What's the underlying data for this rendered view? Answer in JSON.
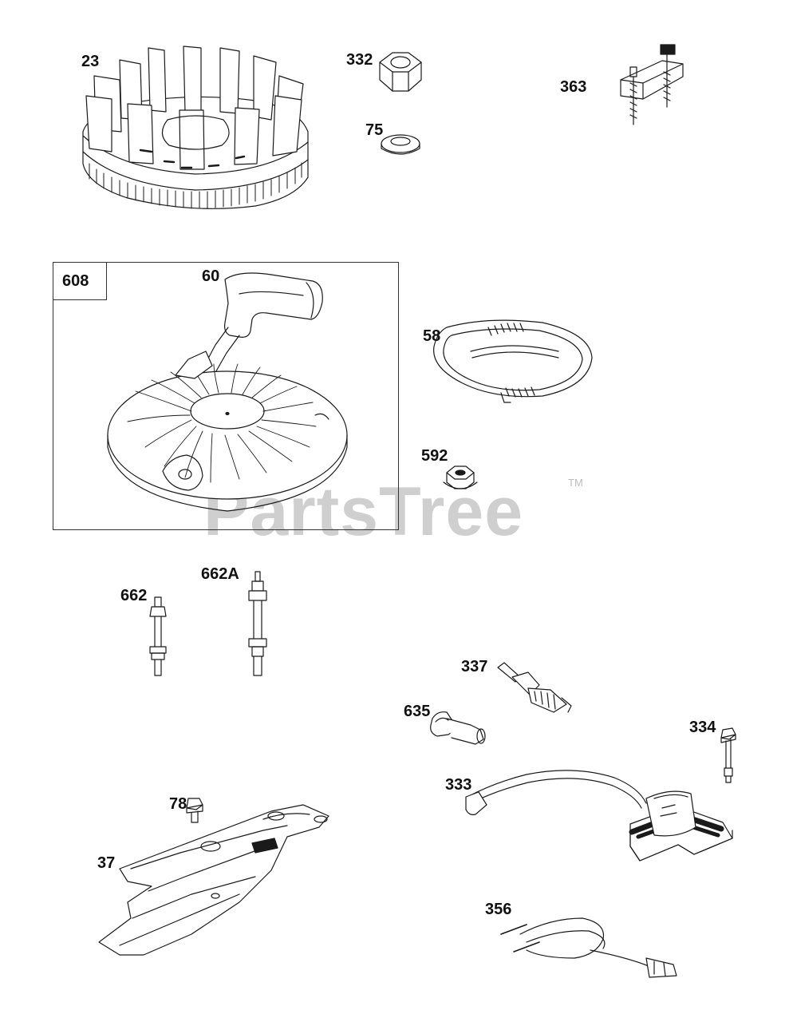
{
  "diagram": {
    "group_label": "608",
    "watermark": "PartsTree",
    "watermark_mark": "TM",
    "callouts": {
      "p23": "23",
      "p332": "332",
      "p75": "75",
      "p363": "363",
      "p60": "60",
      "p58": "58",
      "p592": "592",
      "p662": "662",
      "p662a": "662A",
      "p337": "337",
      "p635": "635",
      "p334": "334",
      "p333": "333",
      "p78": "78",
      "p37": "37",
      "p356": "356"
    }
  }
}
